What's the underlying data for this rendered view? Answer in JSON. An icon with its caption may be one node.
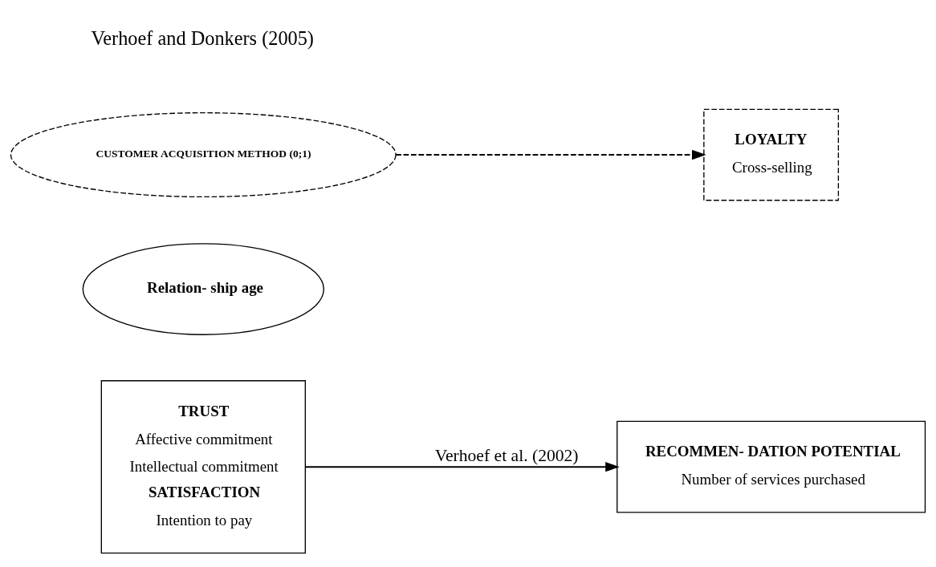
{
  "diagram": {
    "nodes": [
      {
        "text": [
          "TRUST",
          "Affective commitment",
          "Intellectual commitment",
          "SATISFACTION",
          "Intention to pay"
        ]
      },
      {
        "text": [
          "Relation- ship age"
        ]
      },
      {
        "text": [
          "RECOMMEN- DATION POTENTIAL",
          "Number of services purchased"
        ]
      },
      {
        "text": [
          "CUSTOMER ACQUISITION METHOD (0;1)"
        ]
      },
      {
        "text": [
          "LOYALTY",
          "Cross-selling"
        ]
      }
    ],
    "edges": [
      {
        "from": 0,
        "to": 2,
        "arrow": "to",
        "label": "Verhoef et al. (2002)"
      },
      {
        "from": 3,
        "to": 4,
        "arrow": "to",
        "style": "dashed"
      }
    ],
    "labels": [
      "Verhoef and Donkers (2005)"
    ]
  }
}
